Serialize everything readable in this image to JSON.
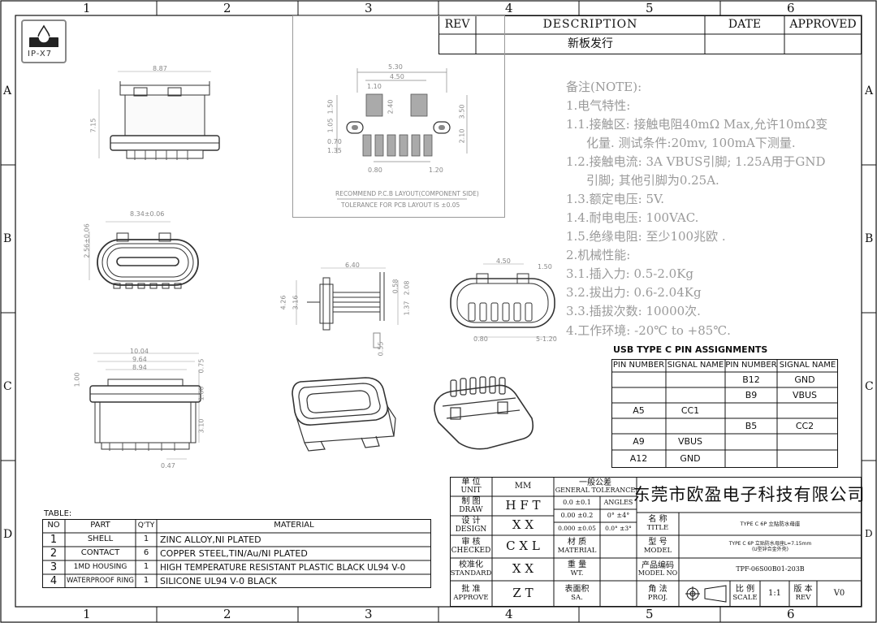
{
  "frame": {
    "col_labels": [
      "1",
      "2",
      "3",
      "4",
      "5",
      "6"
    ],
    "row_labels": [
      "A",
      "B",
      "C",
      "D"
    ]
  },
  "logo": {
    "caption": "IP-X7"
  },
  "revision": {
    "headers": {
      "rev": "REV",
      "description": "DESCRIPTION",
      "date": "DATE",
      "approved": "APPROVED"
    },
    "row1": {
      "description": "新板发行"
    }
  },
  "pcb_layout": {
    "title": "RECOMMEND P.C.B LAYOUT(COMPONENT SIDE)",
    "tolerance": "TOLERANCE FOR PCB LAYOUT IS ±0.05",
    "dims": {
      "overall": "5.30",
      "inner": "4.50",
      "pad_w": "1.10",
      "pad_h": "1.50",
      "h1": "2.40",
      "h2": "3.50",
      "h3": "1.05",
      "h4": "2.10",
      "h5": "0.70",
      "h6": "1.35",
      "pitch": "0.80",
      "end": "1.20"
    }
  },
  "views": {
    "front_top": {
      "width": "8.87",
      "height": "7.15"
    },
    "front_mid": {
      "width": "8.34±0.06",
      "height": "2.56±0.06"
    },
    "front_bot": {
      "w1": "10.04",
      "w2": "9.64",
      "w3": "8.94",
      "h1": "1.00",
      "h2": "0.75",
      "h3": "1.60",
      "h4": "3.10",
      "foot": "0.47"
    },
    "side": {
      "len": "6.40",
      "h1": "4.26",
      "h2": "3.16",
      "h3": "0.58",
      "h4": "2.08",
      "h5": "1.37",
      "h6": "0.55"
    },
    "bottom": {
      "w1": "4.50",
      "w2": "1.50",
      "pitch": "0.80",
      "end": "5-1.20"
    }
  },
  "notes": [
    "备注(NOTE):",
    "1.电气特性:",
    "1.1.接触区: 接触电阻40mΩ Max,允许10mΩ变",
    "化量. 测试条件:20mv, 100mA下测量.",
    "1.2.接触电流: 3A VBUS引脚; 1.25A用于GND",
    "引脚; 其他引脚为0.25A.",
    "1.3.额定电压: 5V.",
    "1.4.耐电电压: 100VAC.",
    "1.5.绝缘电阻: 至少100兆欧 .",
    "2.机械性能:",
    "3.1.插入力: 0.5-2.0Kg",
    "3.2.拔出力: 0.6-2.04Kg",
    "3.3.插拔次数: 10000次.",
    "4.工作环境: -20℃ to +85℃."
  ],
  "pin_table": {
    "title": "USB TYPE C PIN ASSIGNMENTS",
    "headers": [
      "PIN NUMBER",
      "SIGNAL NAME",
      "PIN NUMBER",
      "SIGNAL NAME"
    ],
    "rows": [
      [
        "",
        "",
        "B12",
        "GND"
      ],
      [
        "",
        "",
        "B9",
        "VBUS"
      ],
      [
        "A5",
        "CC1",
        "",
        ""
      ],
      [
        "",
        "",
        "B5",
        "CC2"
      ],
      [
        "A9",
        "VBUS",
        "",
        ""
      ],
      [
        "A12",
        "GND",
        "",
        ""
      ]
    ]
  },
  "bom": {
    "title": "TABLE:",
    "headers": [
      "NO",
      "PART",
      "Q'TY",
      "MATERIAL"
    ],
    "rows": [
      [
        "1",
        "SHELL",
        "1",
        "ZINC ALLOY,NI PLATED"
      ],
      [
        "2",
        "CONTACT",
        "6",
        "COPPER STEEL,TIN/Au/NI PLATED"
      ],
      [
        "3",
        "1MD HOUSING",
        "1",
        "HIGH TEMPERATURE RESISTANT PLASTIC BLACK UL94 V-0"
      ],
      [
        "4",
        "WATERPROOF RING",
        "1",
        "SILICONE UL94 V-0 BLACK"
      ]
    ]
  },
  "title_block": {
    "unit_cn": "单 位",
    "unit_en": "UNIT",
    "unit_val": "MM",
    "tol_cn": "一般公差",
    "tol_en": "GENERAL TOLERANCE",
    "tol_rows": [
      [
        "0.0 ±0.1",
        "ANGLES"
      ],
      [
        "0.00 ±0.2",
        "0° ±4°"
      ],
      [
        "0.000 ±0.05",
        "0.0° ±3°"
      ]
    ],
    "draw_cn": "制 图",
    "draw_en": "DRAW",
    "draw_val": "H F T",
    "design_cn": "设 计",
    "design_en": "DESIGN",
    "design_val": "X X",
    "checked_cn": "审 核",
    "checked_en": "CHECKED",
    "checked_val": "C X L",
    "standard_cn": "校准化",
    "standard_en": "STANDARD",
    "standard_val": "X X",
    "approve_cn": "批 准",
    "approve_en": "APPROVE",
    "approve_val": "Z T",
    "company": "东莞市欧盈电子科技有限公司",
    "title_cn": "名 称",
    "title_en": "TITLE",
    "title_val": "TYPE C 6P 立贴防水母座",
    "material_cn": "材 质",
    "material_en": "MATERIAL",
    "model_cn": "型 号",
    "model_en": "MODEL",
    "model_val1": "TYPE C 6P 立贴防水母座L=7.15mm",
    "model_val2": "(U型锌合金外壳)",
    "weight_cn": "重 量",
    "weight_en": "WT.",
    "modelno_cn": "产品编码",
    "modelno_en": "MODEL NO",
    "modelno_val": "TPF-06S00B01-203B",
    "sa_cn": "表面积",
    "sa_en": "SA.",
    "proj_cn": "角 法",
    "proj_en": "PROJ.",
    "scale_cn": "比 例",
    "scale_en": "SCALE",
    "scale_val": "1:1",
    "rev_cn": "版 本",
    "rev_en": "REV",
    "rev_val": "V0"
  }
}
